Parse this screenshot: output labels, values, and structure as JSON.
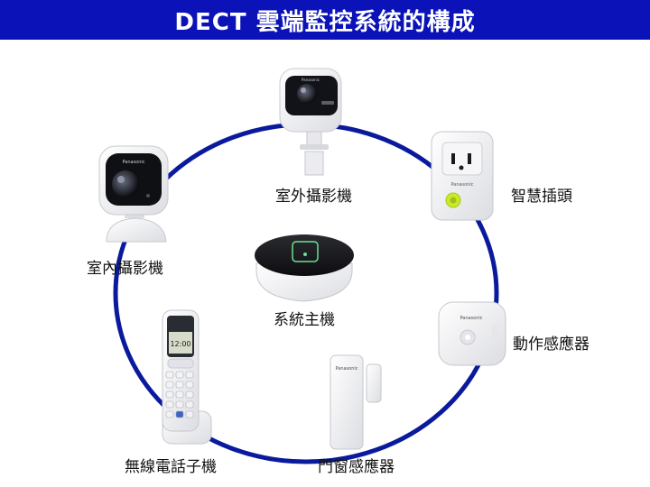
{
  "title": "DECT 雲端監控系統的構成",
  "ring_color": "#0a1a9c",
  "title_bar_color": "#0a12b8",
  "brand": "Panasonic",
  "handset_time": "12:00",
  "devices": {
    "outdoor_camera": "室外攝影機",
    "indoor_camera": "室內攝影機",
    "smart_plug": "智慧插頭",
    "hub": "系統主機",
    "motion_sensor": "動作感應器",
    "handset": "無線電話子機",
    "window_sensor": "門窗感應器"
  }
}
